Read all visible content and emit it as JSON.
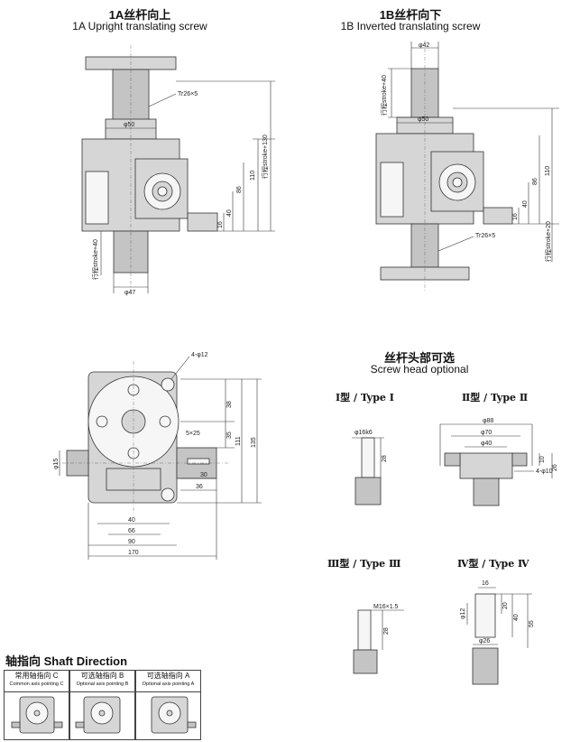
{
  "views": {
    "upright": {
      "title_cn": "1A丝杆向上",
      "title_en": "1A Upright translating screw"
    },
    "inverted": {
      "title_cn": "1B丝杆向下",
      "title_en": "1B Inverted translating screw"
    }
  },
  "dims_upright": {
    "thread": "Tr26×5",
    "d_top": "φ50",
    "stroke130": "行程stroke+130",
    "d110": "110",
    "d86": "86",
    "d40": "40",
    "d16": "16",
    "stroke40": "行程stroke+40",
    "d_bottom": "φ47"
  },
  "dims_inverted": {
    "d_top": "φ42",
    "stroke40": "行程stroke+40",
    "d_mid": "φ50",
    "d110": "110",
    "d86": "86",
    "d40": "40",
    "d16": "16",
    "thread": "Tr26×5",
    "stroke20": "行程stroke+20"
  },
  "dims_plan": {
    "holes": "4-φ12",
    "d38": "38",
    "d35": "35",
    "d111": "111",
    "d135": "135",
    "key": "5×25",
    "shaft": "φ15",
    "d30": "30",
    "d36": "36",
    "d40": "40",
    "d66": "66",
    "d90": "90",
    "d170": "170"
  },
  "screw_head": {
    "title_cn": "丝杆头部可选",
    "title_en": "Screw head optional",
    "types": [
      {
        "label": "Ⅰ型 / Type Ⅰ",
        "dims": [
          "φ16k6",
          "28"
        ]
      },
      {
        "label": "Ⅱ型 / Type Ⅱ",
        "dims": [
          "φ88",
          "φ70",
          "φ40",
          "10",
          "26",
          "4-φ10"
        ]
      },
      {
        "label": "Ⅲ型 / Type Ⅲ",
        "dims": [
          "M16×1.5",
          "28"
        ]
      },
      {
        "label": "Ⅳ型 / Type Ⅳ",
        "dims": [
          "16",
          "φ12",
          "20",
          "40",
          "55",
          "φ26"
        ]
      }
    ]
  },
  "shaft_direction": {
    "title": "轴指向 Shaft Direction",
    "options": [
      {
        "cn": "常用轴指向 C",
        "en": "Common axis pointing C"
      },
      {
        "cn": "可选轴指向 B",
        "en": "Optional axis pointing B"
      },
      {
        "cn": "可选轴指向 A",
        "en": "Optional axis pointing A"
      }
    ]
  }
}
